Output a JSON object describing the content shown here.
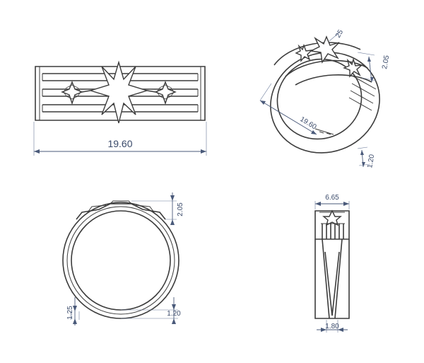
{
  "dimensions": {
    "top_width": "19.60",
    "iso_length": "19.60",
    "iso_height": "2.05",
    "iso_star": "25",
    "iso_thickness": "1.20",
    "front_top_height": "2.05",
    "front_left_thickness": "1.25",
    "front_right_thickness": "1.20",
    "side_width": "6.65",
    "side_bottom_width": "1.80"
  },
  "colors": {
    "line": "#3c3c3c",
    "dimension": "#4a5a7a",
    "background": "#ffffff"
  }
}
